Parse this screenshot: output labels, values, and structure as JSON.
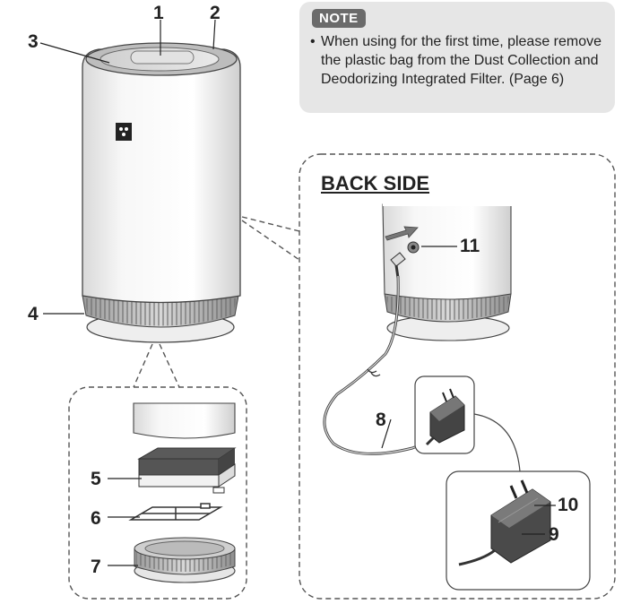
{
  "note": {
    "badge": "NOTE",
    "bullet": "•",
    "text": "When using for the first time, please remove the plastic bag from the Dust Collection and Deodorizing Integrated Filter. (Page 6)"
  },
  "back_side": {
    "title": "BACK SIDE"
  },
  "callouts": [
    {
      "id": "c1",
      "label": "1"
    },
    {
      "id": "c2",
      "label": "2"
    },
    {
      "id": "c3",
      "label": "3"
    },
    {
      "id": "c4",
      "label": "4"
    },
    {
      "id": "c5",
      "label": "5"
    },
    {
      "id": "c6",
      "label": "6"
    },
    {
      "id": "c7",
      "label": "7"
    },
    {
      "id": "c8",
      "label": "8"
    },
    {
      "id": "c9",
      "label": "9"
    },
    {
      "id": "c10",
      "label": "10"
    },
    {
      "id": "c11",
      "label": "11"
    }
  ]
}
